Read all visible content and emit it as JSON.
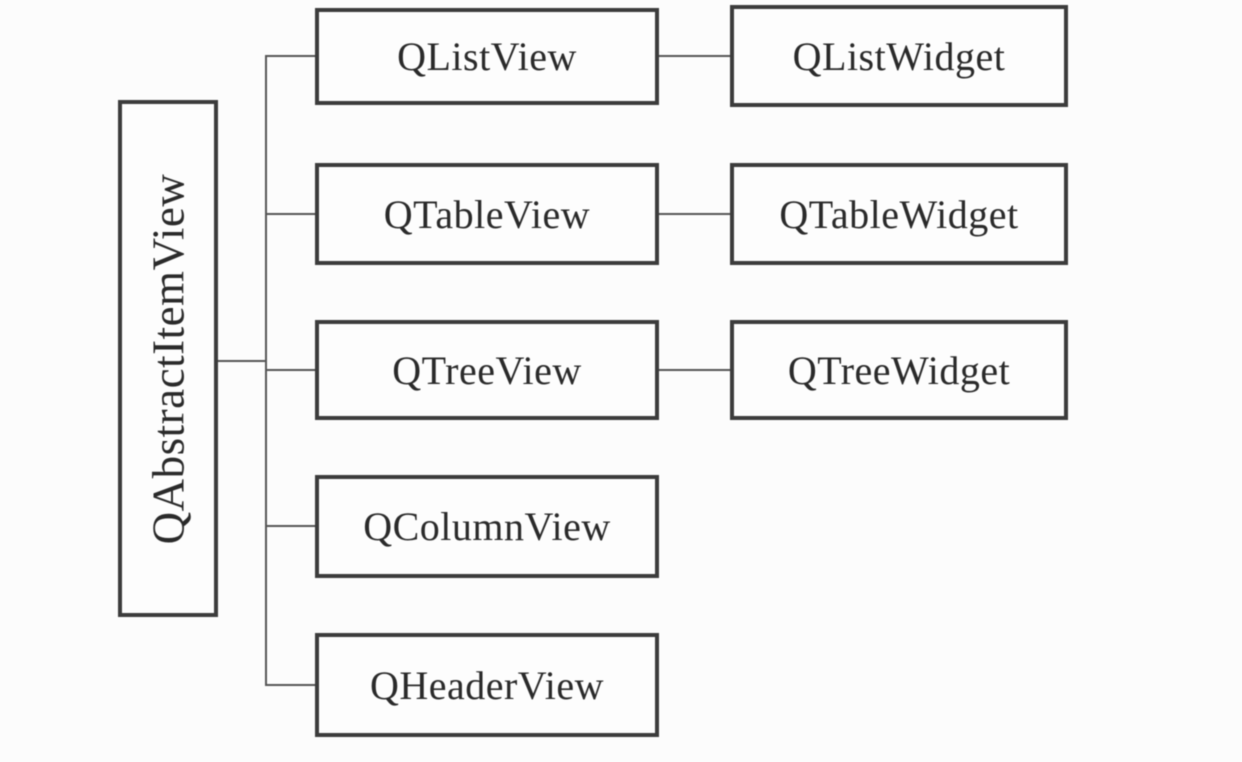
{
  "diagram": {
    "base_class": {
      "label": "QAbstractItemView"
    },
    "view_classes": [
      {
        "label": "QListView"
      },
      {
        "label": "QTableView"
      },
      {
        "label": "QTreeView"
      },
      {
        "label": "QColumnView"
      },
      {
        "label": "QHeaderView"
      }
    ],
    "widget_classes": [
      {
        "label": "QListWidget"
      },
      {
        "label": "QTableWidget"
      },
      {
        "label": "QTreeWidget"
      }
    ],
    "edges": [
      {
        "from": "QAbstractItemView",
        "to": "QListView"
      },
      {
        "from": "QAbstractItemView",
        "to": "QTableView"
      },
      {
        "from": "QAbstractItemView",
        "to": "QTreeView"
      },
      {
        "from": "QAbstractItemView",
        "to": "QColumnView"
      },
      {
        "from": "QAbstractItemView",
        "to": "QHeaderView"
      },
      {
        "from": "QListView",
        "to": "QListWidget"
      },
      {
        "from": "QTableView",
        "to": "QTableWidget"
      },
      {
        "from": "QTreeView",
        "to": "QTreeWidget"
      }
    ],
    "colors": {
      "box_border": "#3c3c3c",
      "connector": "#565656",
      "text": "#2a2a2a",
      "background": "#fcfcfc",
      "box_fill": "#fdfdfd"
    }
  }
}
